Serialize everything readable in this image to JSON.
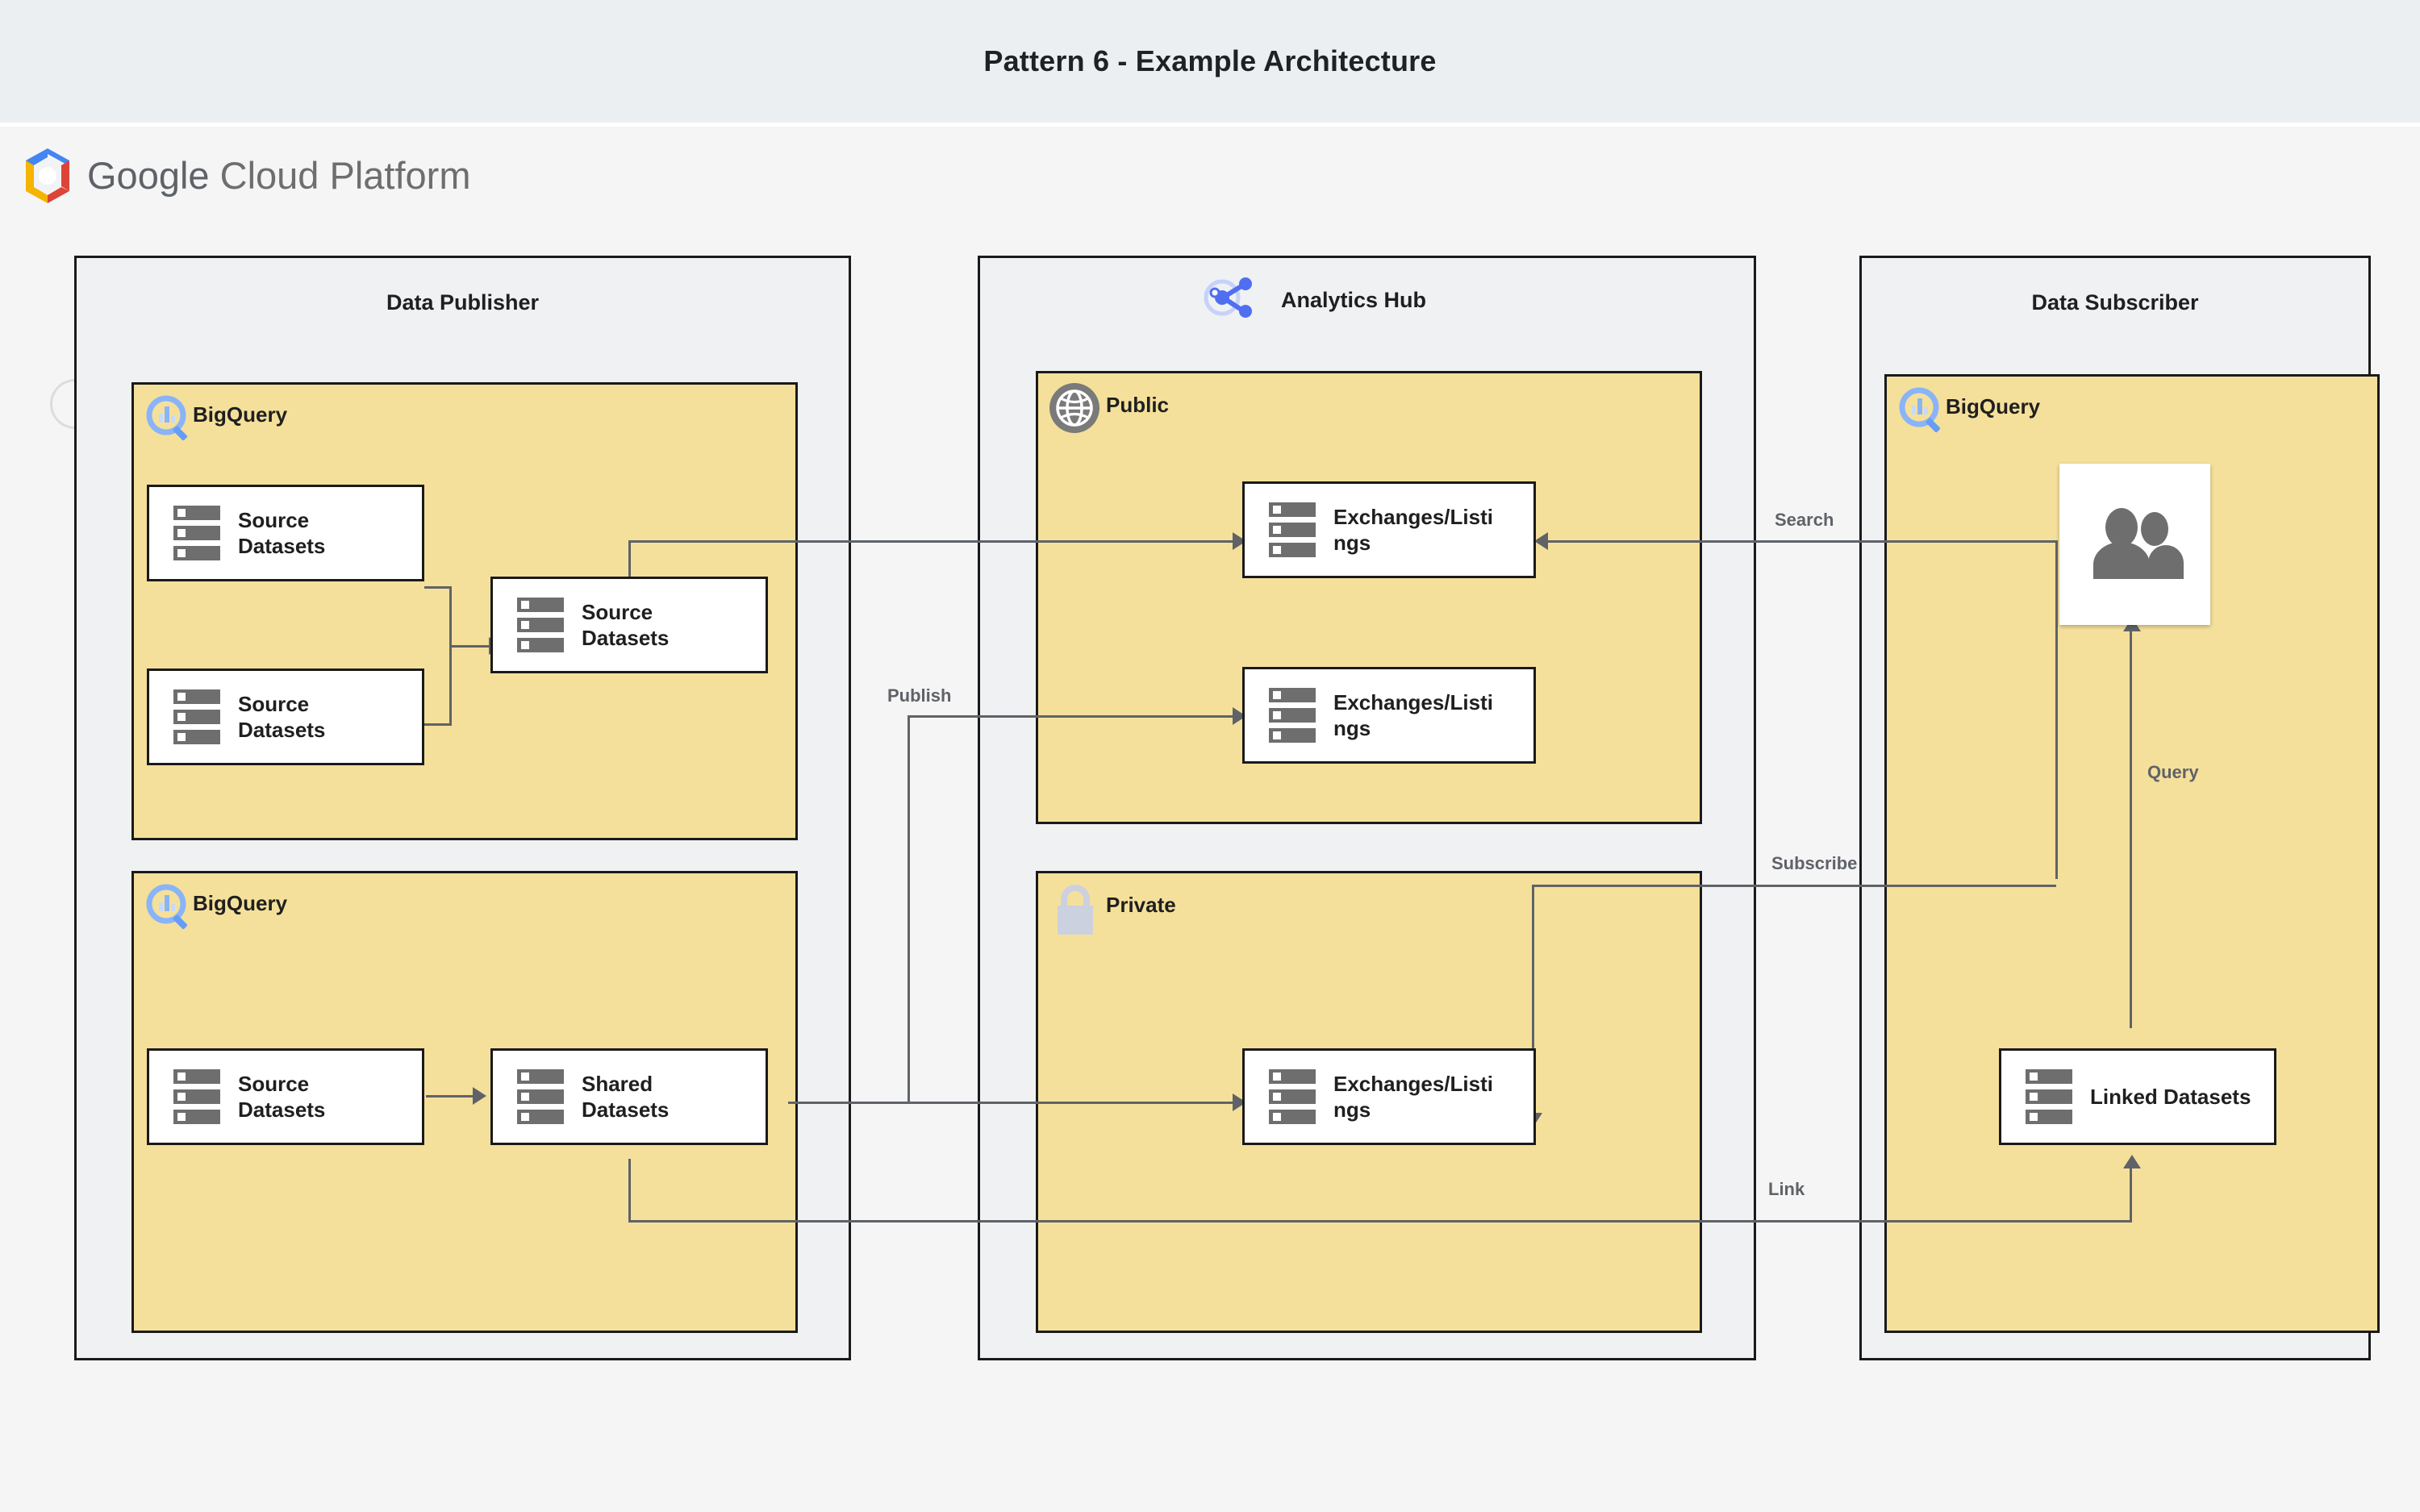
{
  "title": "Pattern 6 - Example Architecture",
  "platform": {
    "logo_text_1": "Google",
    "logo_text_2": "Cloud Platform",
    "logo_icon": "gcp-hexagon-logo"
  },
  "zones": [
    {
      "id": "publisher",
      "title": "Data Publisher"
    },
    {
      "id": "hub",
      "title": "Analytics Hub",
      "icon": "analytics-hub-share-icon"
    },
    {
      "id": "subscriber",
      "title": "Data Subscriber"
    }
  ],
  "groups": [
    {
      "id": "pub-bq-top",
      "label": "BigQuery",
      "icon": "bigquery-icon"
    },
    {
      "id": "pub-bq-bottom",
      "label": "BigQuery",
      "icon": "bigquery-icon"
    },
    {
      "id": "hub-public",
      "label": "Public",
      "icon": "globe-icon"
    },
    {
      "id": "hub-private",
      "label": "Private",
      "icon": "lock-icon"
    },
    {
      "id": "sub-bq",
      "label": "BigQuery",
      "icon": "bigquery-icon"
    }
  ],
  "nodes": [
    {
      "id": "src-1",
      "label": "Source Datasets",
      "icon": "datasets-icon"
    },
    {
      "id": "src-2",
      "label": "Source Datasets",
      "icon": "datasets-icon"
    },
    {
      "id": "src-mid",
      "label": "Source Datasets",
      "icon": "datasets-icon"
    },
    {
      "id": "src-bottom",
      "label": "Source Datasets",
      "icon": "datasets-icon"
    },
    {
      "id": "shared",
      "label": "Shared Datasets",
      "icon": "datasets-icon"
    },
    {
      "id": "ex-public-1",
      "label": "Exchanges/Listings",
      "icon": "datasets-icon"
    },
    {
      "id": "ex-public-2",
      "label": "Exchanges/Listings",
      "icon": "datasets-icon"
    },
    {
      "id": "ex-private",
      "label": "Exchanges/Listings",
      "icon": "datasets-icon"
    },
    {
      "id": "users",
      "label": "",
      "icon": "users-icon"
    },
    {
      "id": "linked",
      "label": "Linked Datasets",
      "icon": "datasets-icon"
    }
  ],
  "edge_labels": {
    "publish": "Publish",
    "search": "Search",
    "subscribe": "Subscribe",
    "query": "Query",
    "link": "Link"
  },
  "colors": {
    "title_band": "#eceff1",
    "canvas": "#f5f5f5",
    "zone_fill": "#eff1f3",
    "group_fill": "#f5e09b",
    "node_fill": "#ffffff",
    "stroke": "#1a1a1a",
    "edge": "#5f6368",
    "icon_gray": "#6e6e6e",
    "bigquery_blue": "#669df6",
    "hub_blue": "#4f6ff0"
  }
}
